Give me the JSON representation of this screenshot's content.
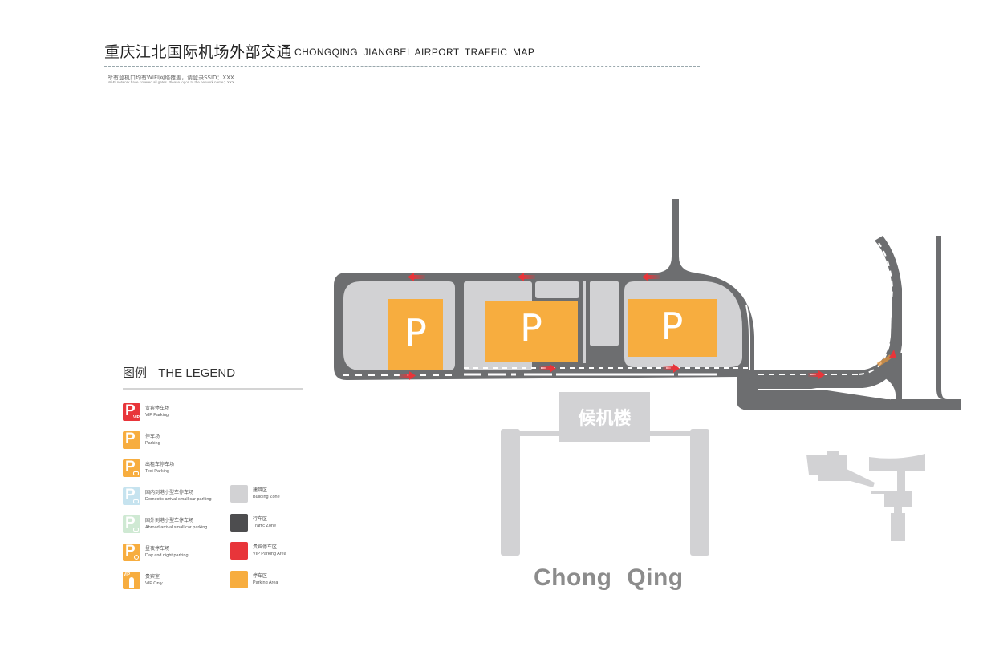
{
  "header": {
    "title_cn": "重庆江北国际机场外部交通",
    "title_en": "CHONGQING  JIANGBEI  AIRPORT  TRAFFIC MAP",
    "wifi_notice_cn": "所有登机口均有WIFI网络覆盖，请登录SSID：XXX",
    "wifi_notice_en": "Wi-Fi network have covered all gates. Please logon to the network name：XXX"
  },
  "legend": {
    "title_cn": "图例",
    "title_en": "THE LEGEND",
    "icon_items": [
      {
        "icon": "vip-parking-icon",
        "label_cn": "贵宾停车场",
        "label_en": "VIP Parking",
        "color": "#e8353a",
        "badge": "VIP"
      },
      {
        "icon": "parking-icon",
        "label_cn": "停车场",
        "label_en": "Parking",
        "color": "#f7ad3f"
      },
      {
        "icon": "taxi-parking-icon",
        "label_cn": "出租车停车场",
        "label_en": "Texi Parking",
        "color": "#f7ad3f"
      },
      {
        "icon": "domestic-arrival-parking-icon",
        "label_cn": "国内到港小型车停车场",
        "label_en": "Domestic arrival small car parking",
        "color": "#c6e3ef"
      },
      {
        "icon": "abroad-arrival-parking-icon",
        "label_cn": "国外到港小型车停车场",
        "label_en": "Abroad arrival small car parking",
        "color": "#cfe9d3"
      },
      {
        "icon": "day-night-parking-icon",
        "label_cn": "昼夜停车场",
        "label_en": "Day and night parking",
        "color": "#f7ad3f"
      },
      {
        "icon": "vip-lounge-icon",
        "label_cn": "贵宾室",
        "label_en": "VIP Only",
        "color": "#f7ad3f",
        "badge": "VIP"
      }
    ],
    "zone_items": [
      {
        "label_cn": "建筑区",
        "label_en": "Building Zone",
        "color": "#d2d2d4"
      },
      {
        "label_cn": "行车区",
        "label_en": "Traffic Zone",
        "color": "#4d4d4f"
      },
      {
        "label_cn": "贵宾停车区",
        "label_en": "VIP  Parking Area",
        "color": "#e8353a"
      },
      {
        "label_cn": "停车区",
        "label_en": "Parking Area",
        "color": "#f7ad3f"
      }
    ]
  },
  "map": {
    "parking_label": "P",
    "terminal_label": "候机楼",
    "city_label": "Chong  Qing",
    "colors": {
      "road": "#6d6e70",
      "building": "#d2d2d4",
      "parking": "#f7ad3f",
      "arrow": "#e8353a",
      "lane_marking": "#ffffff"
    }
  }
}
